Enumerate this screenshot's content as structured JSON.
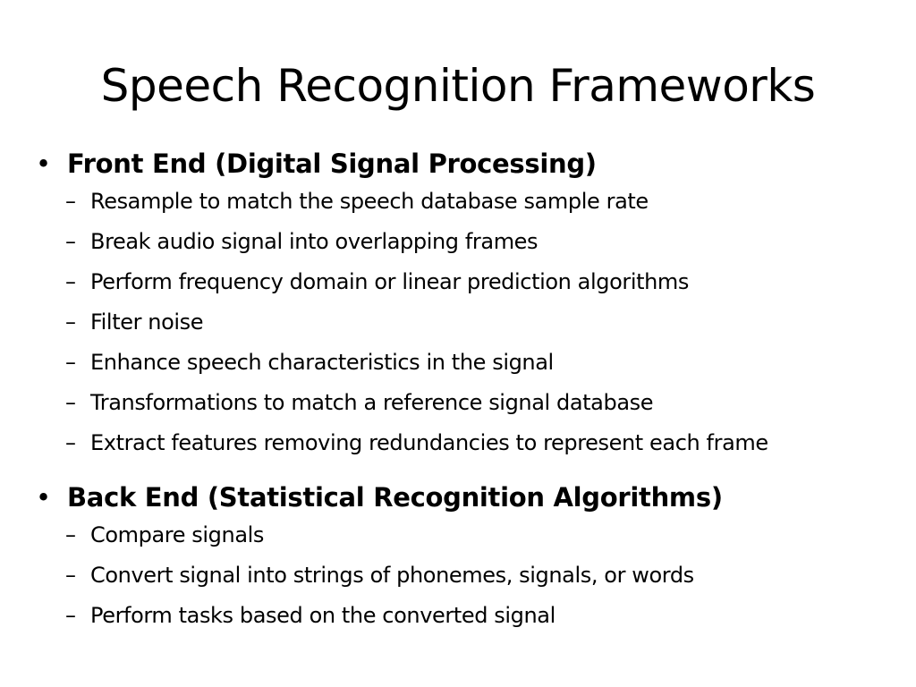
{
  "slide": {
    "title": "Speech Recognition Frameworks",
    "sections": [
      {
        "heading": "Front End (Digital Signal Processing)",
        "items": [
          "Resample to match the speech database sample rate",
          "Break audio signal into overlapping frames",
          "Perform frequency domain or linear prediction algorithms",
          "Filter noise",
          "Enhance speech characteristics in the signal",
          "Transformations to match a reference signal database",
          "Extract features removing redundancies to represent each frame"
        ]
      },
      {
        "heading": "Back End (Statistical Recognition Algorithms)",
        "items": [
          "Compare signals",
          "Convert signal into strings of phonemes, signals, or words",
          "Perform tasks based on the converted signal"
        ]
      }
    ]
  }
}
